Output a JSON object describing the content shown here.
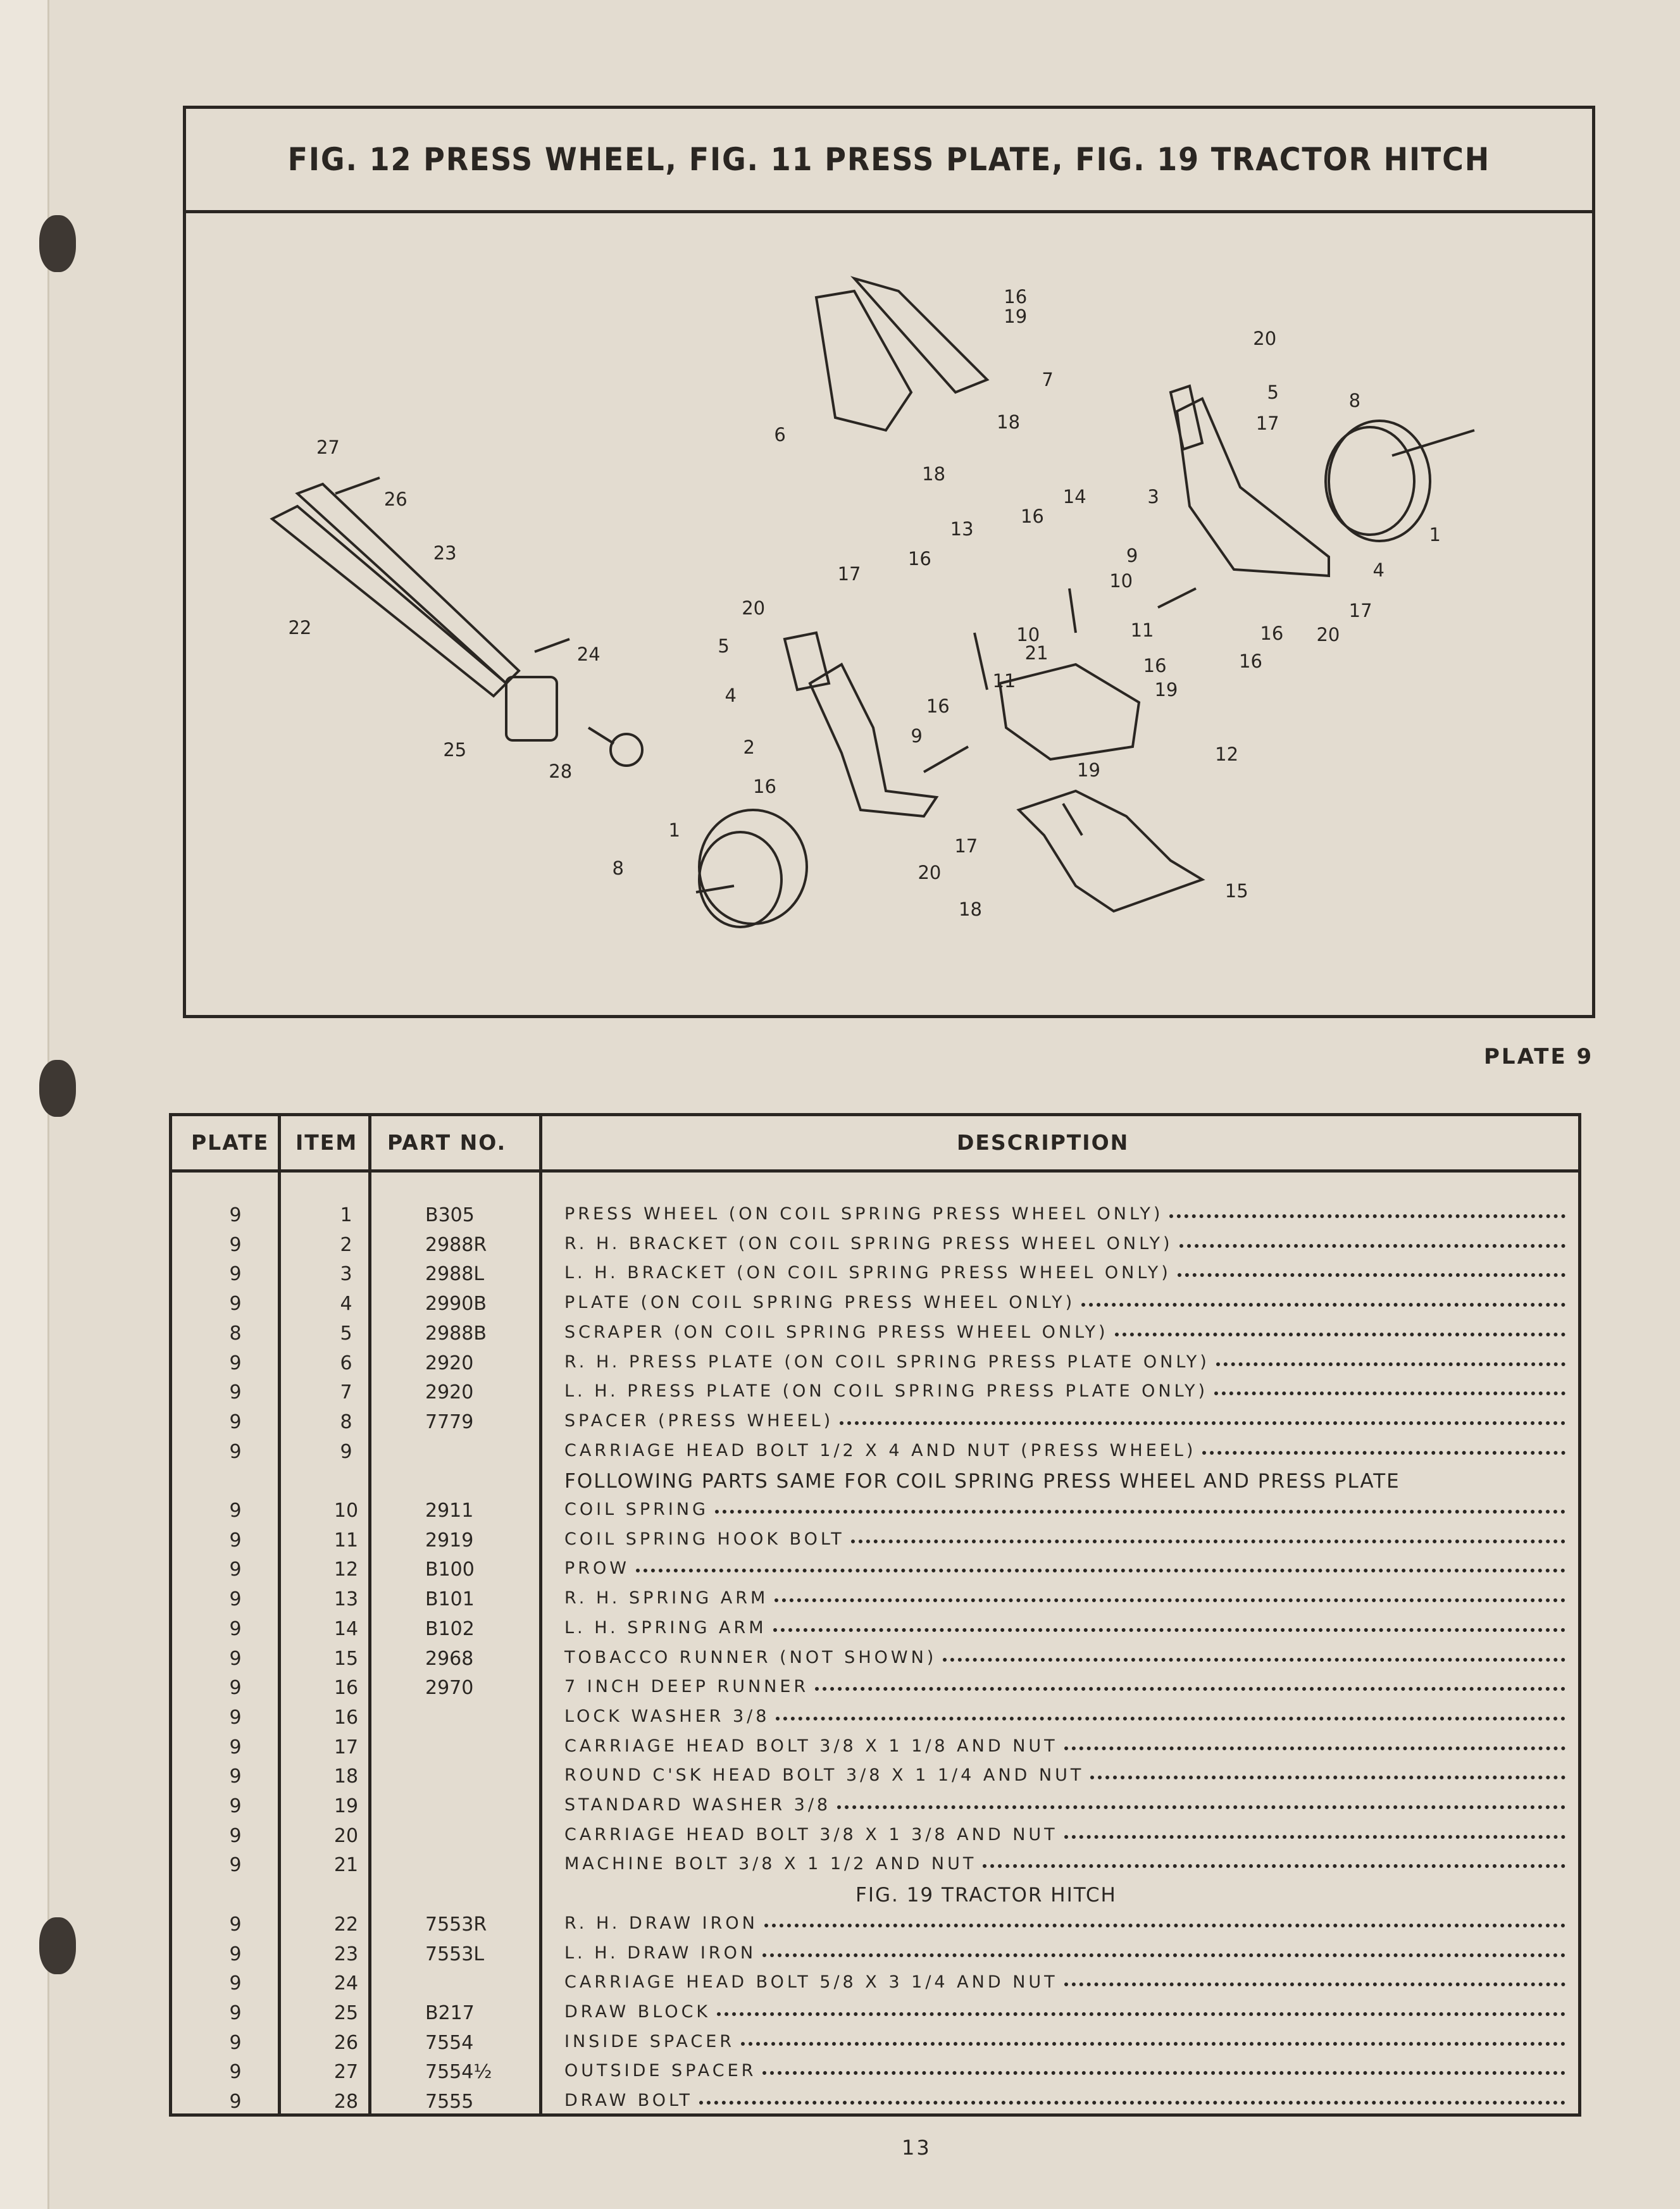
{
  "title": "FIG. 12 PRESS WHEEL, FIG. 11 PRESS PLATE, FIG. 19 TRACTOR HITCH",
  "plate_label": "PLATE 9",
  "page_number": "13",
  "diagram_callouts": [
    "16",
    "19",
    "7",
    "18",
    "6",
    "18",
    "20",
    "5",
    "17",
    "8",
    "3",
    "14",
    "13",
    "16",
    "1",
    "4",
    "9",
    "10",
    "17",
    "16",
    "17",
    "20",
    "10",
    "11",
    "16",
    "20",
    "16",
    "5",
    "21",
    "16",
    "19",
    "11",
    "16",
    "4",
    "9",
    "2",
    "19",
    "12",
    "16",
    "17",
    "20",
    "1",
    "8",
    "15",
    "18",
    "27",
    "26",
    "23",
    "22",
    "24",
    "25",
    "28"
  ],
  "table": {
    "headers": {
      "plate": "PLATE",
      "item": "ITEM",
      "part": "PART NO.",
      "desc": "DESCRIPTION"
    },
    "rows": [
      {
        "plate": "9",
        "item": "1",
        "part": "B305",
        "desc": "PRESS WHEEL (ON COIL SPRING PRESS WHEEL ONLY)"
      },
      {
        "plate": "9",
        "item": "2",
        "part": "2988R",
        "desc": "R. H. BRACKET (ON COIL SPRING PRESS WHEEL ONLY)"
      },
      {
        "plate": "9",
        "item": "3",
        "part": "2988L",
        "desc": "L. H. BRACKET (ON COIL SPRING PRESS WHEEL ONLY)"
      },
      {
        "plate": "9",
        "item": "4",
        "part": "2990B",
        "desc": "PLATE (ON COIL SPRING PRESS WHEEL ONLY)"
      },
      {
        "plate": "8",
        "item": "5",
        "part": "2988B",
        "desc": "SCRAPER (ON COIL SPRING PRESS WHEEL ONLY)"
      },
      {
        "plate": "9",
        "item": "6",
        "part": "2920",
        "desc": "R. H. PRESS PLATE (ON COIL SPRING PRESS PLATE ONLY)"
      },
      {
        "plate": "9",
        "item": "7",
        "part": "2920",
        "desc": "L. H. PRESS PLATE (ON COIL SPRING PRESS PLATE ONLY)"
      },
      {
        "plate": "9",
        "item": "8",
        "part": "7779",
        "desc": "SPACER (PRESS WHEEL)"
      },
      {
        "plate": "9",
        "item": "9",
        "part": "",
        "desc": "CARRIAGE HEAD BOLT 1/2 X 4 AND NUT (PRESS WHEEL)"
      },
      {
        "section": "FOLLOWING PARTS SAME FOR COIL SPRING PRESS WHEEL AND PRESS PLATE"
      },
      {
        "plate": "9",
        "item": "10",
        "part": "2911",
        "desc": "COIL SPRING"
      },
      {
        "plate": "9",
        "item": "11",
        "part": "2919",
        "desc": "COIL SPRING HOOK BOLT"
      },
      {
        "plate": "9",
        "item": "12",
        "part": "B100",
        "desc": "PROW"
      },
      {
        "plate": "9",
        "item": "13",
        "part": "B101",
        "desc": "R. H. SPRING ARM"
      },
      {
        "plate": "9",
        "item": "14",
        "part": "B102",
        "desc": "L. H. SPRING ARM"
      },
      {
        "plate": "9",
        "item": "15",
        "part": "2968",
        "desc": "TOBACCO RUNNER (NOT SHOWN)"
      },
      {
        "plate": "9",
        "item": "16",
        "part": "2970",
        "desc": "7 INCH DEEP RUNNER"
      },
      {
        "plate": "9",
        "item": "16",
        "part": "",
        "desc": "LOCK WASHER 3/8"
      },
      {
        "plate": "9",
        "item": "17",
        "part": "",
        "desc": "CARRIAGE HEAD BOLT 3/8 X 1 1/8 AND NUT"
      },
      {
        "plate": "9",
        "item": "18",
        "part": "",
        "desc": "ROUND C'SK HEAD BOLT 3/8 X 1 1/4 AND NUT"
      },
      {
        "plate": "9",
        "item": "19",
        "part": "",
        "desc": "STANDARD WASHER 3/8"
      },
      {
        "plate": "9",
        "item": "20",
        "part": "",
        "desc": "CARRIAGE HEAD BOLT 3/8 X 1 3/8 AND NUT"
      },
      {
        "plate": "9",
        "item": "21",
        "part": "",
        "desc": "MACHINE BOLT 3/8 X 1 1/2 AND NUT"
      },
      {
        "section": "FIG. 19 TRACTOR HITCH"
      },
      {
        "plate": "9",
        "item": "22",
        "part": "7553R",
        "desc": "R. H. DRAW IRON"
      },
      {
        "plate": "9",
        "item": "23",
        "part": "7553L",
        "desc": "L. H. DRAW IRON"
      },
      {
        "plate": "9",
        "item": "24",
        "part": "",
        "desc": "CARRIAGE HEAD BOLT 5/8 X 3 1/4 AND NUT"
      },
      {
        "plate": "9",
        "item": "25",
        "part": "B217",
        "desc": "DRAW BLOCK"
      },
      {
        "plate": "9",
        "item": "26",
        "part": "7554",
        "desc": "INSIDE SPACER"
      },
      {
        "plate": "9",
        "item": "27",
        "part": "7554½",
        "desc": "OUTSIDE SPACER"
      },
      {
        "plate": "9",
        "item": "28",
        "part": "7555",
        "desc": "DRAW BOLT"
      }
    ]
  }
}
